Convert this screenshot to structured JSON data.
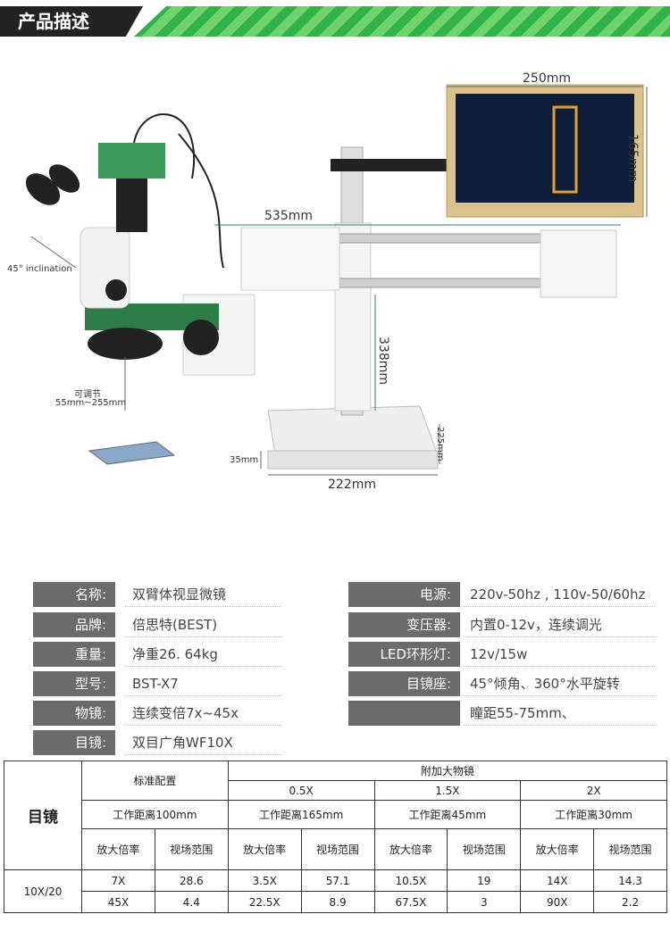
{
  "header": {
    "title": "产品描述"
  },
  "dimensions": {
    "screen_width": "250mm",
    "screen_height": "165mm",
    "arm_length": "535mm",
    "pole_height": "338mm",
    "base_width": "222mm",
    "base_depth": "225mm",
    "base_height": "35mm",
    "incline": "45° inclination",
    "adjust_title": "可调节",
    "adjust_range": "55mm~255mm"
  },
  "specs_left": [
    {
      "label": "名称:",
      "value": "双臂体视显微镜"
    },
    {
      "label": "品牌:",
      "value": "倍思特(BEST)"
    },
    {
      "label": "重量:",
      "value": "净重26. 64kg"
    },
    {
      "label": "型号:",
      "value": "BST-X7"
    },
    {
      "label": "物镜:",
      "value": "连续变倍7x~45x"
    },
    {
      "label": "目镜:",
      "value": "双目广角WF10X"
    }
  ],
  "specs_right": [
    {
      "label": "电源:",
      "value": "220v-50hz , 110v-50/60hz"
    },
    {
      "label": "变压器:",
      "value": "内置0-12v，连续调光"
    },
    {
      "label": "LED环形灯:",
      "value": "12v/15w"
    },
    {
      "label": "目镜座:",
      "value": "45°倾角、360°水平旋转"
    },
    {
      "label": "",
      "value": "瞳距55-75mm、"
    }
  ],
  "table": {
    "eyepiece_header": "目镜",
    "standard_header": "标准配置",
    "extra_header": "附加大物镜",
    "lenses": [
      "0.5X",
      "1.5X",
      "2X"
    ],
    "distances": [
      "工作距离100mm",
      "工作距离165mm",
      "工作距离45mm",
      "工作距离30mm"
    ],
    "col_mag": "放大倍率",
    "col_fov": "视场范围",
    "eyepiece_value": "10X/20",
    "rows": [
      [
        "7X",
        "28.6",
        "3.5X",
        "57.1",
        "10.5X",
        "19",
        "14X",
        "14.3"
      ],
      [
        "45X",
        "4.4",
        "22.5X",
        "8.9",
        "67.5X",
        "3",
        "90X",
        "2.2"
      ]
    ]
  }
}
